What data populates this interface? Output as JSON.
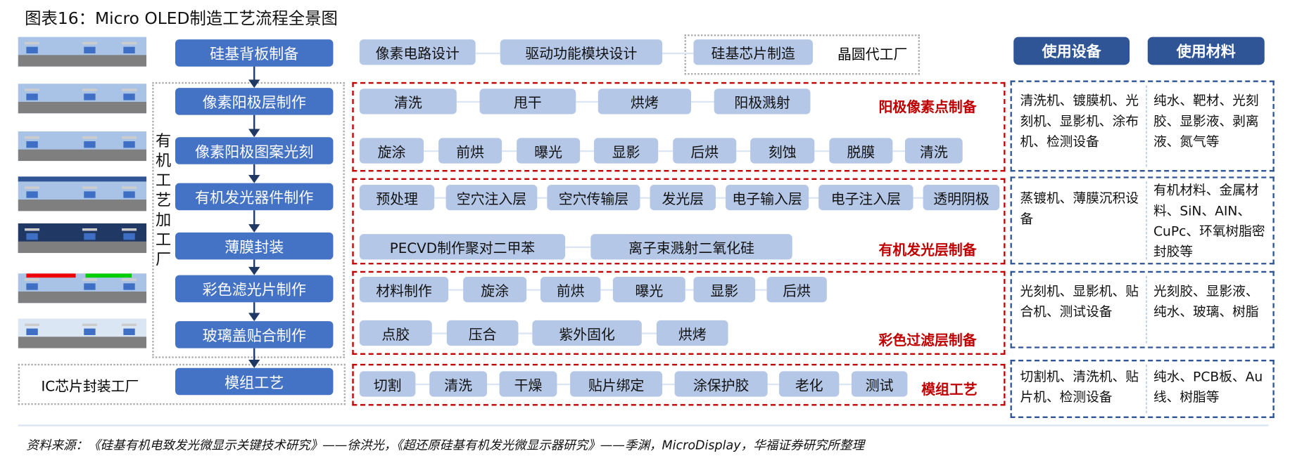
{
  "title": "图表16：Micro OLED制造工艺流程全景图",
  "main_flow": [
    "硅基背板制备",
    "像素阳极层制作",
    "像素阳极图案光刻",
    "有机发光器件制作",
    "薄膜封装",
    "彩色滤光片制作",
    "玻璃盖贴合制作",
    "模组工艺"
  ],
  "organic_factory_label": "有机工艺加工厂",
  "ic_factory_label": "IC芯片封装工厂",
  "top_row": {
    "steps": [
      "像素电路设计",
      "驱动功能模块设计",
      "硅基芯片制造"
    ],
    "wafer_label": "晶圆代工厂"
  },
  "headers": {
    "equipment": "使用设备",
    "materials": "使用材料"
  },
  "sections": [
    {
      "label": "阳极像素点制备",
      "rows": [
        [
          "清洗",
          "甩干",
          "烘烤",
          "阳极溅射"
        ],
        [
          "旋涂",
          "前烘",
          "曝光",
          "显影",
          "后烘",
          "刻蚀",
          "脱膜",
          "清洗"
        ]
      ],
      "equipment": "清洗机、镀膜机、光刻机、显影机、涂布机、检测设备",
      "materials": "纯水、靶材、光刻胶、显影液、剥离液、氮气等"
    },
    {
      "label": "有机发光层制备",
      "rows": [
        [
          "预处理",
          "空穴注入层",
          "空穴传输层",
          "发光层",
          "电子输入层",
          "电子注入层",
          "透明阴极"
        ],
        [
          "PECVD制作聚对二甲苯",
          "离子束溅射二氧化硅"
        ]
      ],
      "equipment": "蒸镀机、薄膜沉积设备",
      "materials": "有机材料、金属材料、SiN、AIN、CuPc、环氧树脂密封胶等"
    },
    {
      "label": "彩色过滤层制备",
      "rows": [
        [
          "材料制作",
          "旋涂",
          "前烘",
          "曝光",
          "显影",
          "后烘"
        ],
        [
          "点胶",
          "压合",
          "紫外固化",
          "烘烤"
        ]
      ],
      "equipment": "光刻机、显影机、贴合机、测试设备",
      "materials": "光刻胶、显影液、纯水、玻璃、树脂"
    },
    {
      "label": "模组工艺",
      "rows": [
        [
          "切割",
          "清洗",
          "干燥",
          "贴片绑定",
          "涂保护胶",
          "老化",
          "测试"
        ]
      ],
      "equipment": "切割机、清洗机、贴片机、检测设备",
      "materials": "纯水、PCB板、Au线、树脂等"
    }
  ],
  "footer": "资料来源：《硅基有机电致发光微显示关键技术研究》——徐洪光，《超还原硅基有机发光微显示器研究》——季渊，MicroDisplay，华福证券研究所整理",
  "colors": {
    "primary": "#4472c4",
    "dark": "#2f5597",
    "step": "#b4c7e7",
    "red": "#c00000"
  }
}
